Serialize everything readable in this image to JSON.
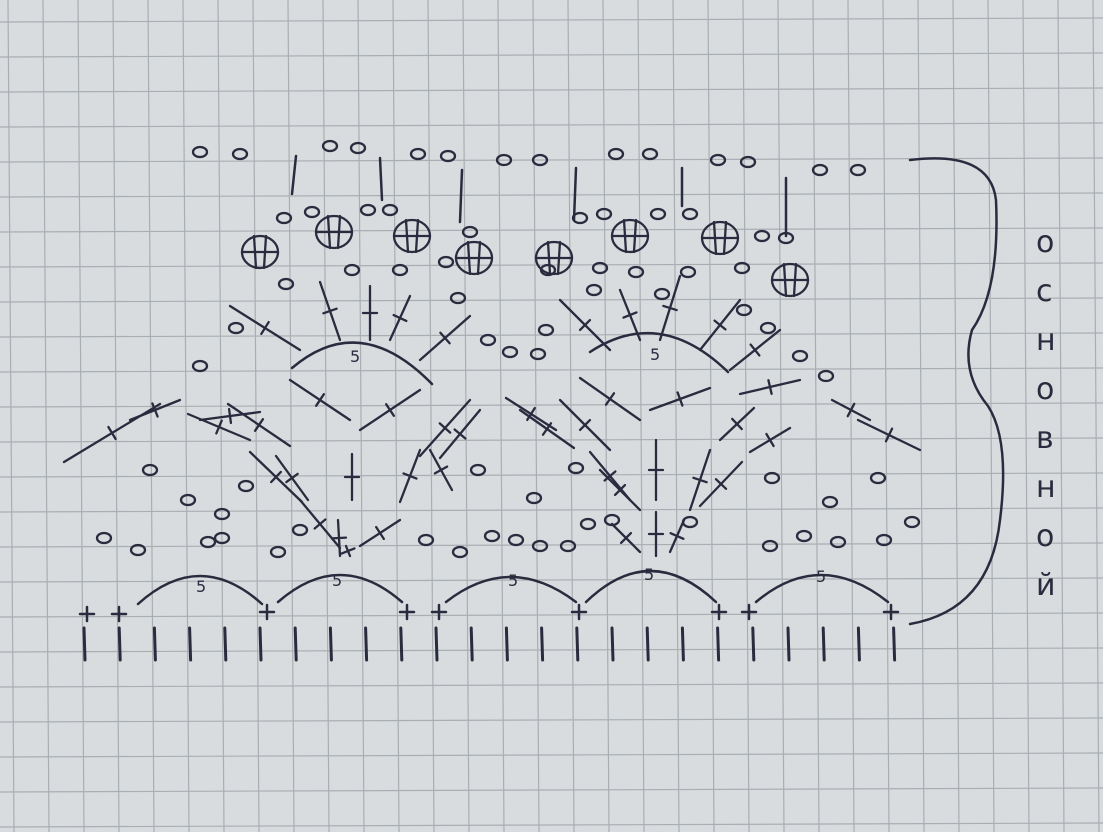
{
  "diagram": {
    "arch_labels": [
      "5",
      "5",
      "5",
      "5",
      "5",
      "5",
      "5"
    ],
    "side_label": "основной",
    "ink_color": "#2b2b3f",
    "paper_color": "#d9dcde",
    "grid_color": "#a9aeb3"
  }
}
